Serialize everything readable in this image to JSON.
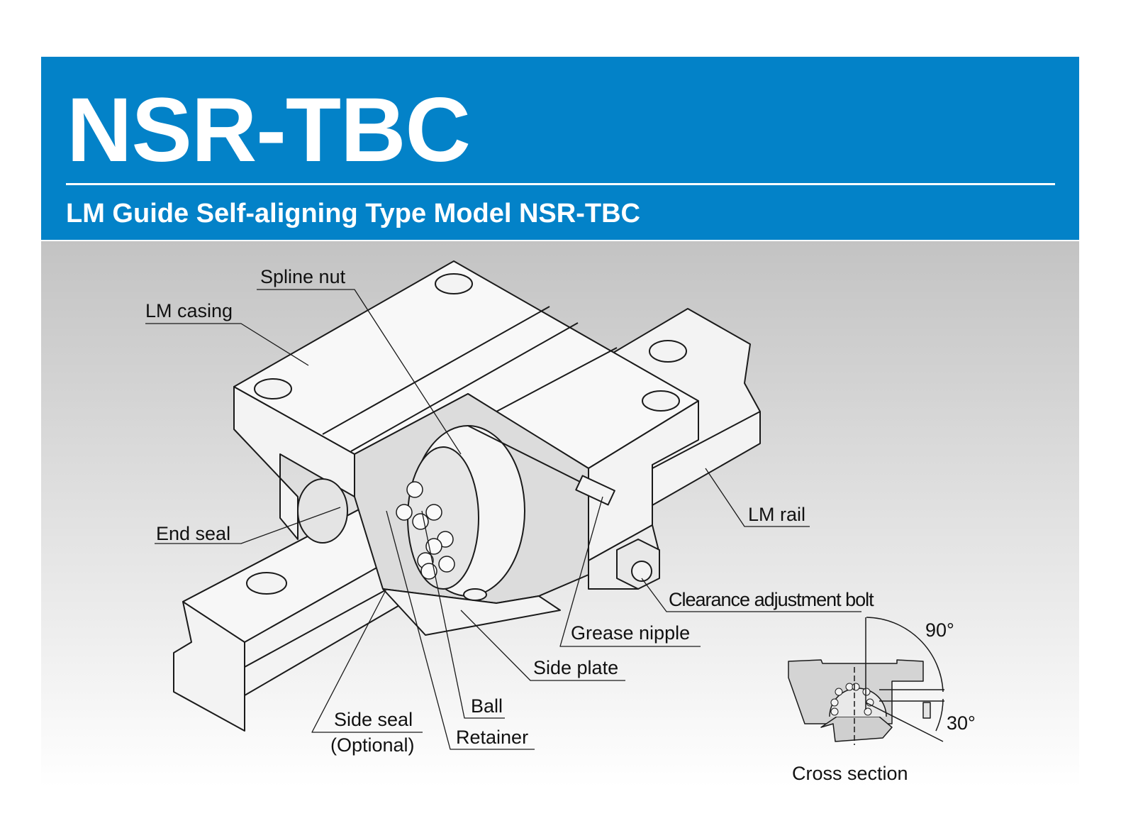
{
  "header": {
    "title": "NSR-TBC",
    "subtitle": "LM Guide Self-aligning Type Model NSR-TBC",
    "color": "#0382c8"
  },
  "labels": {
    "spline_nut": "Spline nut",
    "lm_casing": "LM casing",
    "end_seal": "End seal",
    "lm_rail": "LM rail",
    "clearance_bolt": "Clearance adjustment bolt",
    "grease_nipple": "Grease nipple",
    "side_plate": "Side plate",
    "ball": "Ball",
    "retainer": "Retainer",
    "side_seal": "Side seal",
    "side_seal_note": "(Optional)"
  },
  "cross_section": {
    "caption": "Cross section",
    "angle_top": "90°",
    "angle_bottom": "30°"
  }
}
